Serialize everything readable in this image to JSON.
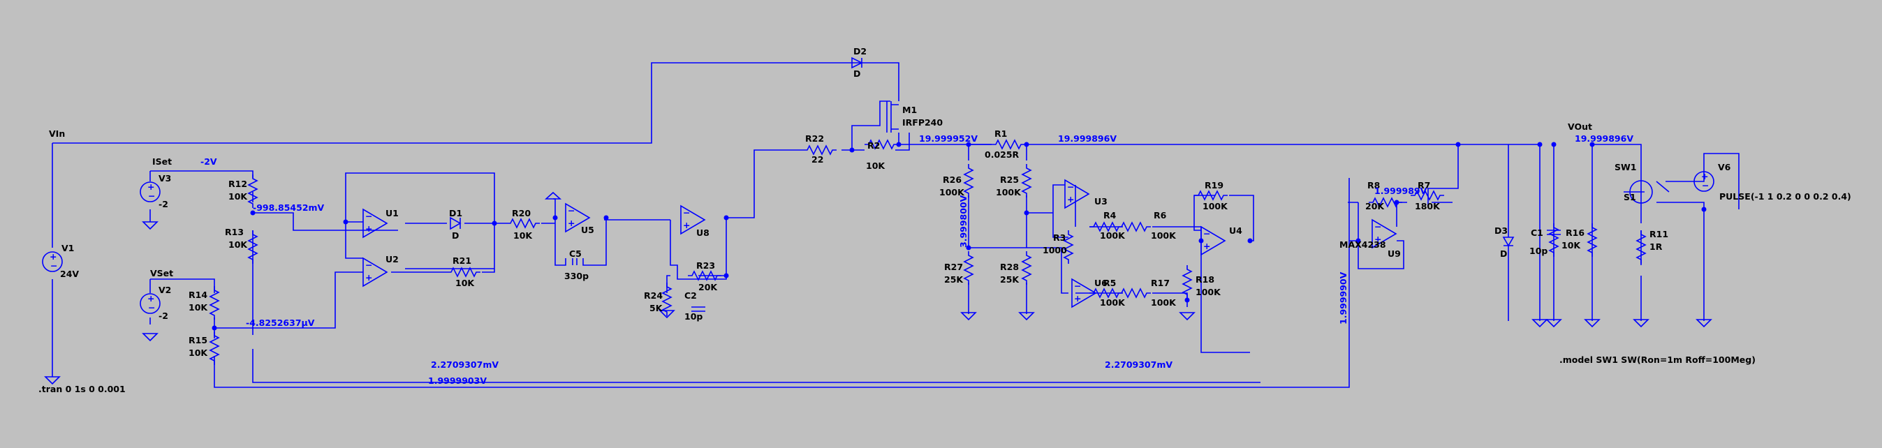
{
  "labels": {
    "V1": "V1",
    "V1v": "24V",
    "V2": "V2",
    "V2v": "-2",
    "V3": "V3",
    "V3v": "-2",
    "R1": "R1",
    "R1v": "0.025R",
    "R2": "R2",
    "R2v": "10K",
    "R3": "R3",
    "R3v": "1000",
    "R4": "R4",
    "R4v": "100K",
    "R5": "R5",
    "R5v": "100K",
    "R6": "R6",
    "R6v": "100K",
    "R7": "R7",
    "R7v": "180K",
    "R8": "R8",
    "R8v": "20K",
    "R11": "R11",
    "R11v": "1R",
    "R12": "R12",
    "R12v": "10K",
    "R13": "R13",
    "R13v": "10K",
    "R14": "R14",
    "R14v": "10K",
    "R15": "R15",
    "R15v": "10K",
    "R16": "R16",
    "R16v": "10K",
    "R17": "R17",
    "R17v": "100K",
    "R18": "R18",
    "R18v": "100K",
    "R19": "R19",
    "R19v": "100K",
    "R20": "R20",
    "R20v": "10K",
    "R21": "R21",
    "R21v": "10K",
    "R22": "R22",
    "R22v": "22",
    "R23": "R23",
    "R23v": "20K",
    "R24": "R24",
    "R24v": "5K",
    "R25": "R25",
    "R25v": "100K",
    "R26": "R26",
    "R26v": "100K",
    "R27": "R27",
    "R27v": "25K",
    "R28": "R28",
    "R28v": "25K",
    "C1": "C1",
    "C1v": "10p",
    "C2": "C2",
    "C2v": "10p",
    "C5": "C5",
    "C5v": "330p",
    "D1": "D1",
    "D1v": "D",
    "D2": "D2",
    "D2v": "D",
    "D3": "D3",
    "D3v": "D",
    "M1": "M1",
    "M1v": "IRFP240",
    "U1": "U1",
    "U2": "U2",
    "U3": "U3",
    "U4": "U4",
    "U5": "U5",
    "U6": "U6",
    "U8": "U8",
    "U9": "U9",
    "U9v": "MAX4238",
    "SW1": "SW1",
    "S1": "S1",
    "V6": "V6",
    "V6v": "PULSE(-1 1 0.2 0 0 0.2 0.4)"
  },
  "nets": {
    "vin": "VIn",
    "vout": "VOut",
    "iset": "ISet",
    "vset": "VSet"
  },
  "node_voltages": {
    "iset": "-2V",
    "r12": "-998.85452mV",
    "r15": "-4.8252637µV",
    "m1": "19.999952V",
    "r1": "19.999896V",
    "vout": "19.999896V",
    "r8": "1.999989V",
    "r26": "3.999800V",
    "u9": "1.999990V",
    "bot1a": "2.2709307mV",
    "bot1b": "2.2709307mV",
    "bot2": "1.9999903V"
  },
  "directives": {
    "tran": ".tran 0 1s 0 0.001",
    "model": ".model SW1 SW(Ron=1m Roff=100Meg)"
  }
}
